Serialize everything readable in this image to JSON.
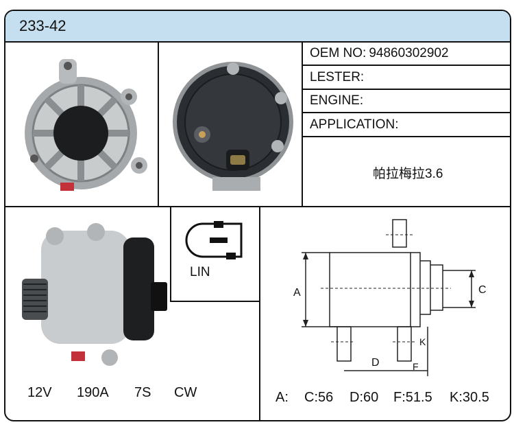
{
  "part_number": "233-42",
  "specs": {
    "oem_label": "OEM NO:",
    "oem_value": "94860302902",
    "lester_label": "LESTER:",
    "engine_label": "ENGINE:",
    "application_label": "APPLICATION:",
    "application_value": "帕拉梅拉3.6"
  },
  "connector": {
    "label": "LIN"
  },
  "ratings": {
    "voltage": "12V",
    "current": "190A",
    "pulley": "7S",
    "rotation": "CW"
  },
  "drawing": {
    "label_a": "A",
    "label_c": "C",
    "label_d": "D",
    "label_f": "F",
    "label_k": "K"
  },
  "dimensions": {
    "a": "A:",
    "c": "C:56",
    "d": "D:60",
    "f": "F:51.5",
    "k": "K:30.5"
  }
}
